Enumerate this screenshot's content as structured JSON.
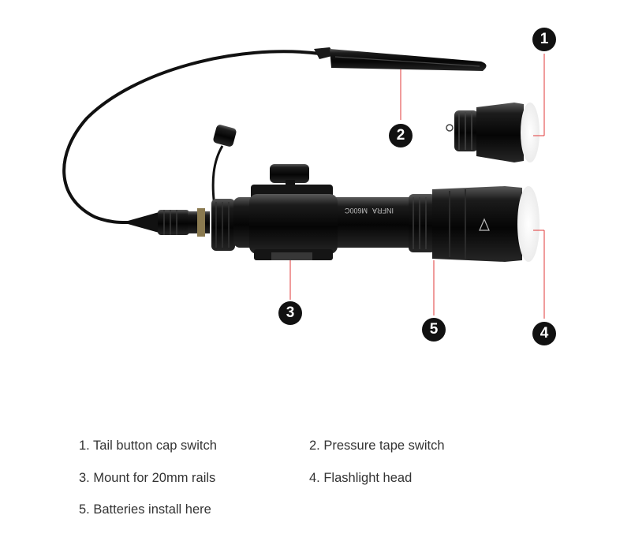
{
  "diagram": {
    "engraving_model": "M600C",
    "engraving_brand": "INFRA",
    "callouts": [
      {
        "number": "1",
        "target": "tail-button-cap-switch"
      },
      {
        "number": "2",
        "target": "pressure-tape-switch"
      },
      {
        "number": "3",
        "target": "rail-mount"
      },
      {
        "number": "4",
        "target": "flashlight-head"
      },
      {
        "number": "5",
        "target": "battery-tube"
      }
    ]
  },
  "legend": {
    "items": [
      {
        "text": "1. Tail button cap switch"
      },
      {
        "text": "2. Pressure  tape switch"
      },
      {
        "text": "3. Mount for 20mm rails"
      },
      {
        "text": "4. Flashlight  head"
      },
      {
        "text": "5. Batteries  install here"
      }
    ]
  },
  "colors": {
    "body": "#0c0c0c",
    "leader_line": "#e23a3a",
    "marker": "#111111",
    "legend_text": "#333333"
  }
}
